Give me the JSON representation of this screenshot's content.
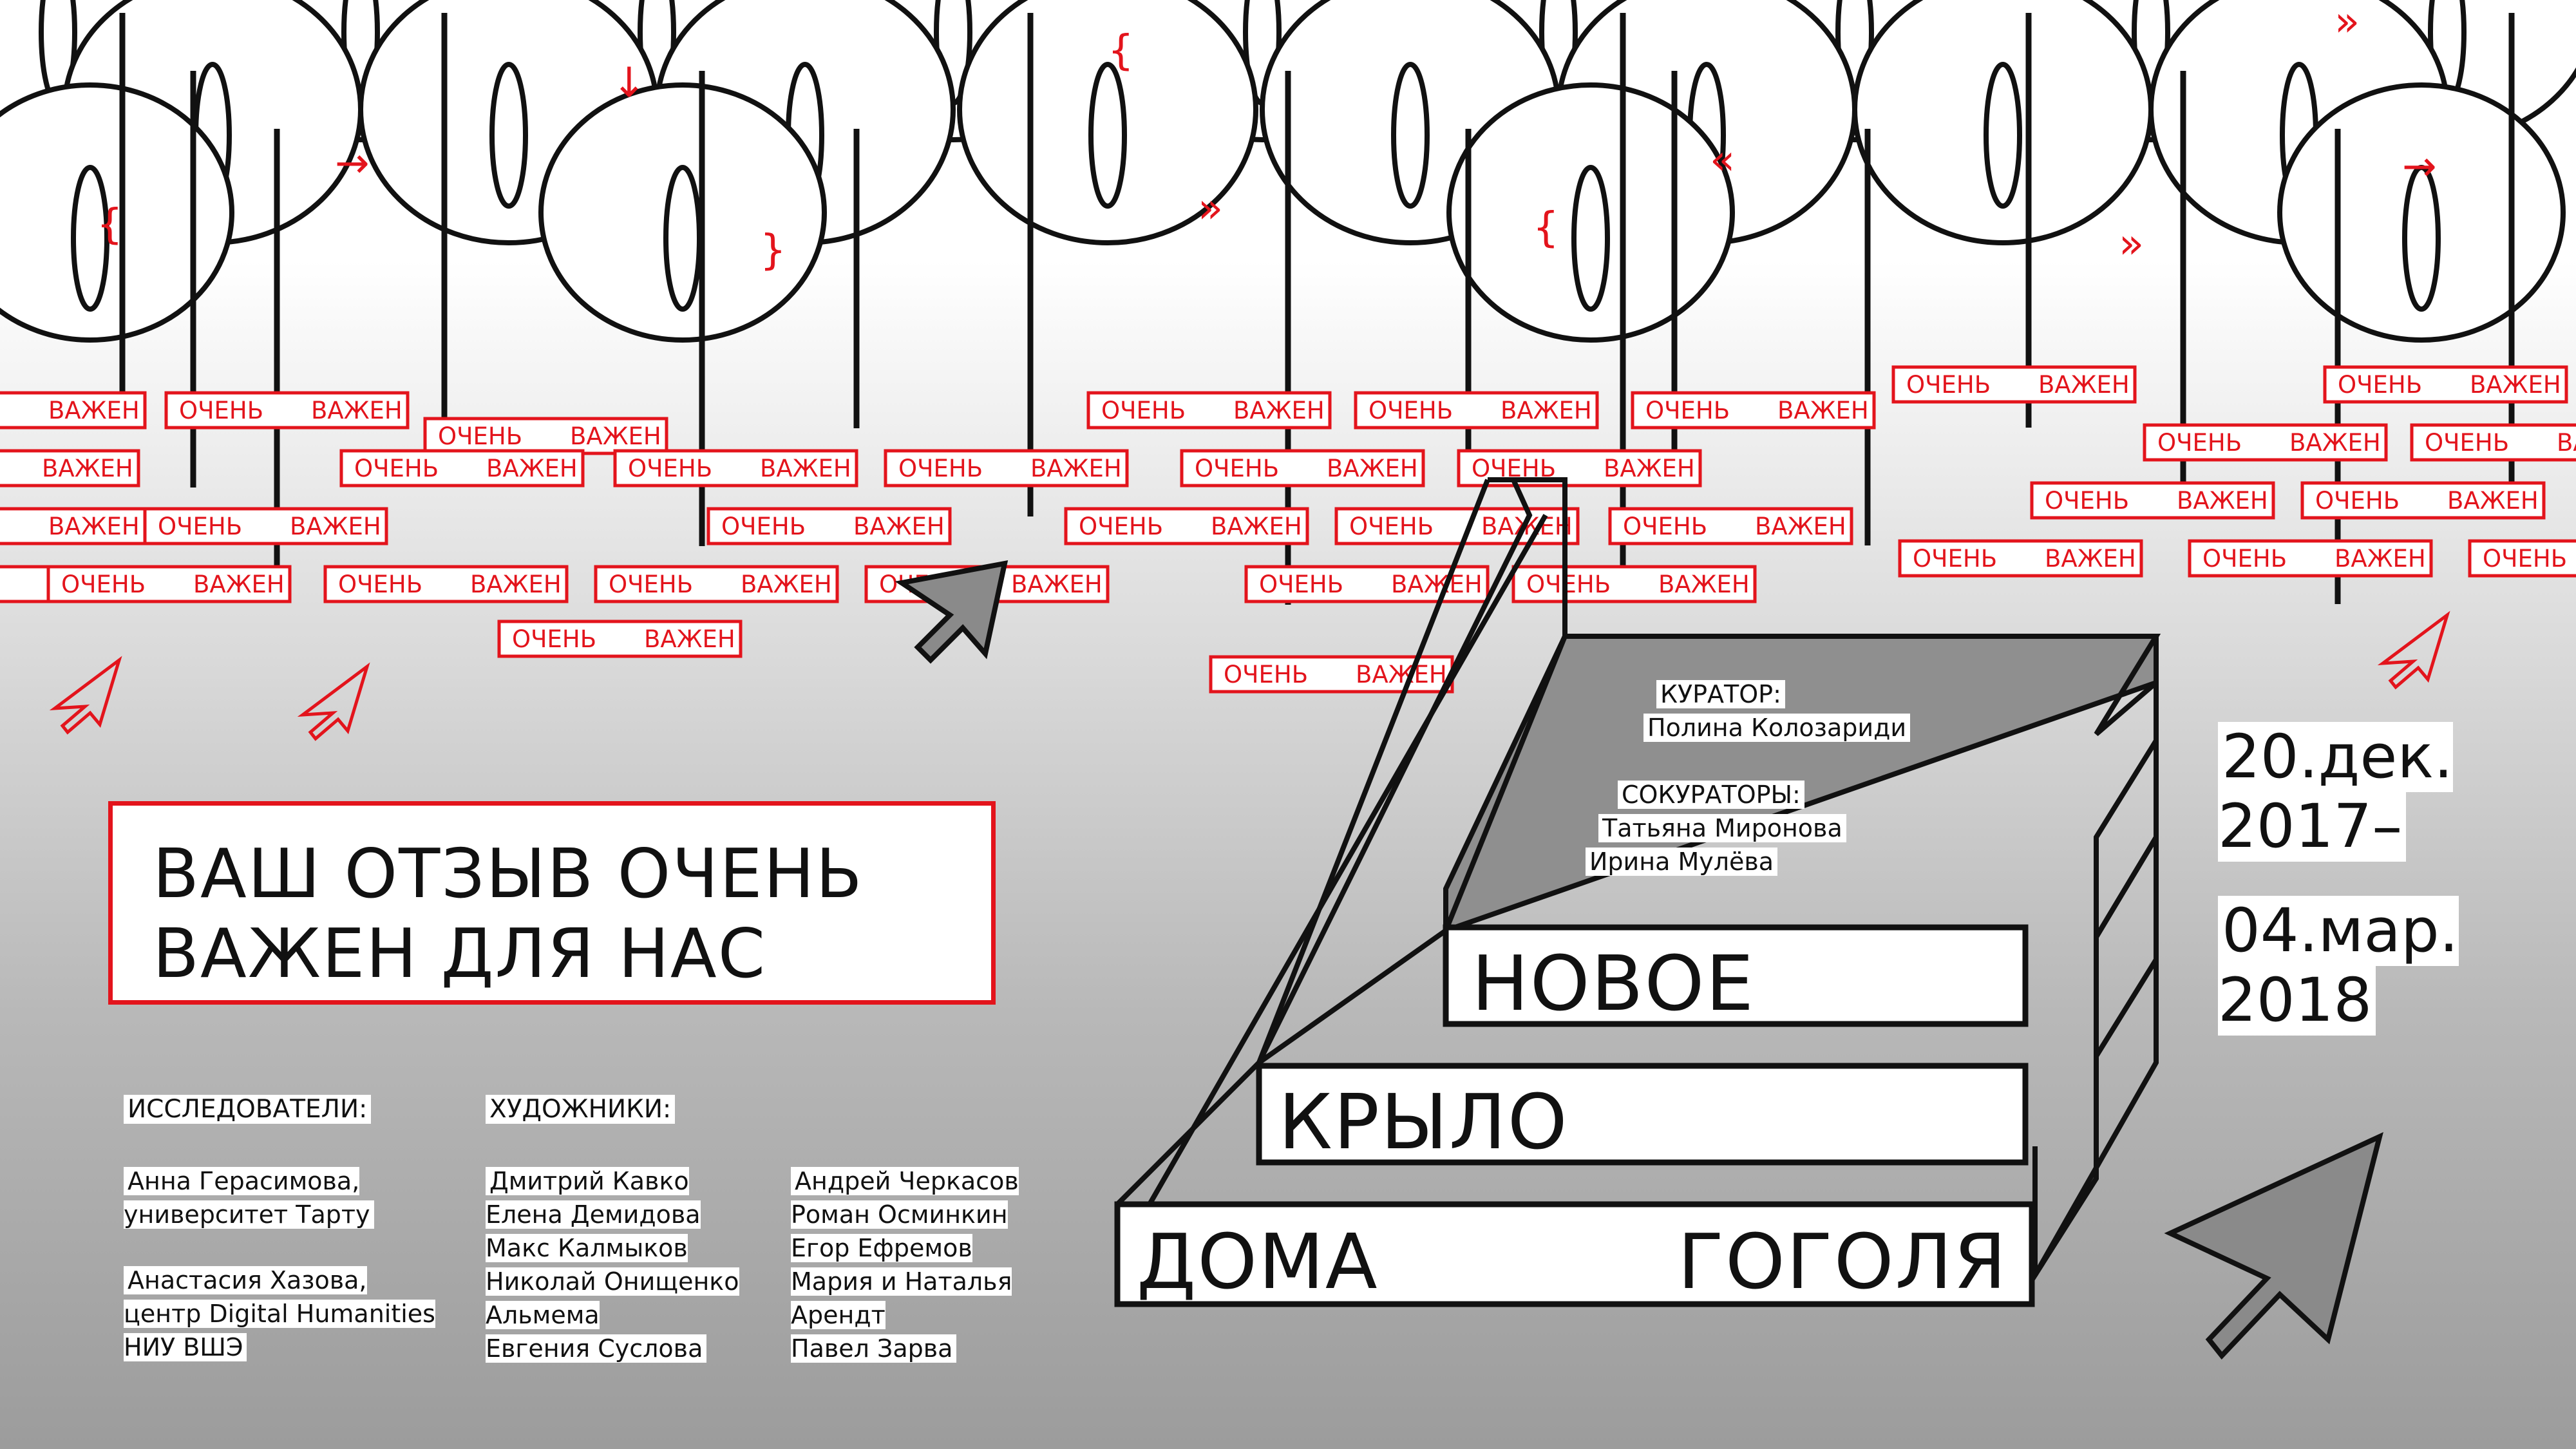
{
  "poster": {
    "title": "ВАШ ОТЗЫВ ОЧЕНЬ\nВАЖЕН ДЛЯ НАС",
    "tag_words": [
      "ОЧЕНЬ",
      "ВАЖЕН"
    ],
    "researchers": {
      "heading": "ИССЛЕДОВАТЕЛИ:",
      "entries": [
        "Анна Герасимова,\nуниверситет Тарту",
        "Анастасия Хазова,\nцентр Digital Humanities\nНИУ ВШЭ"
      ]
    },
    "artists": {
      "heading": "ХУДОЖНИКИ:",
      "col1": "Дмитрий Кавко\nЕлена Демидова\nМакс Калмыков\nНиколай Онищенко\nАльмема\nЕвгения Суслова",
      "col2": "Андрей Черкасов\nРоман Осминкин\nЕгор Ефремов\nМария и Наталья\nАрендт\nПавел Зарва"
    },
    "curator": {
      "heading": "КУРАТОР:",
      "name": "Полина Колозариди"
    },
    "cocurators": {
      "heading": "СОКУРАТОРЫ:",
      "names": [
        "Татьяна Миронова",
        "Ирина Мулёва"
      ]
    },
    "book": {
      "line1": "НОВОЕ",
      "line2": "КРЫЛО",
      "line3a": "ДОМА",
      "line3b": "ГОГОЛЯ"
    },
    "dates": {
      "start": "20.дек.\n2017–",
      "end": "04.мар.\n2018"
    },
    "colors": {
      "accent": "#e3141c",
      "ink": "#111111"
    }
  }
}
